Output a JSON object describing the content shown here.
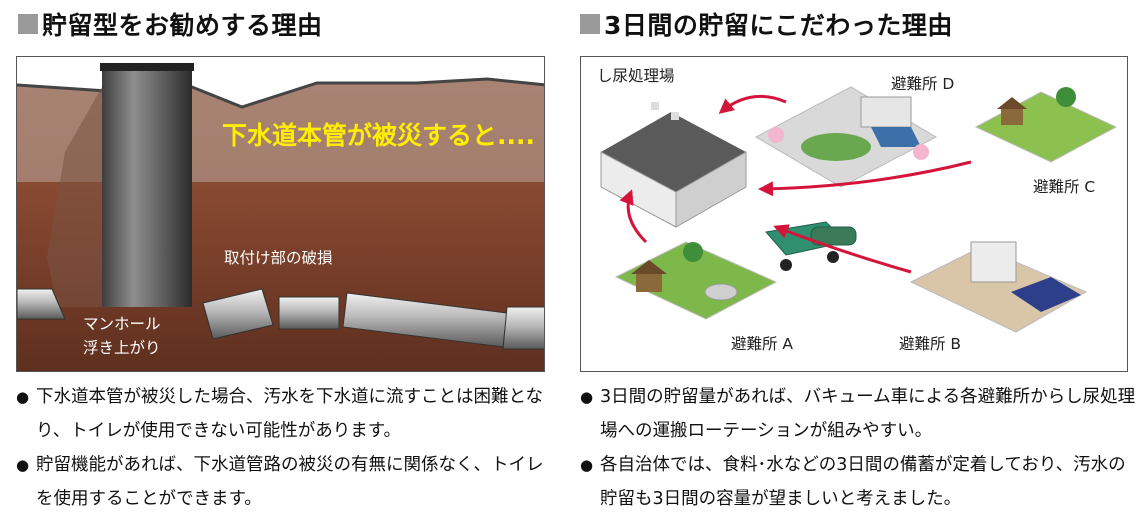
{
  "left": {
    "heading": "貯留型をお勧めする理由",
    "callout": "下水道本管が被災すると....",
    "label_joint_damage": "取付け部の破損",
    "label_manhole_1": "マンホール",
    "label_manhole_2": "浮き上がり",
    "bullets": [
      "下水道本管が被災した場合、汚水を下水道に流すことは困難となり、トイレが使用できない可能性があります。",
      "貯留機能があれば、下水道管路の被災の有無に関係なく、トイレを使用することができます。"
    ]
  },
  "right": {
    "heading": "3日間の貯留にこだわった理由",
    "label_plant": "し尿処理場",
    "label_shelter_a": "避難所 A",
    "label_shelter_b": "避難所 B",
    "label_shelter_c": "避難所 C",
    "label_shelter_d": "避難所 D",
    "bullets": [
      "3日間の貯留量があれば、バキューム車による各避難所からし尿処理場への運搬ローテーションが組みやすい。",
      "各自治体では、食料･水などの3日間の備蓄が定着しており、汚水の貯留も3日間の容量が望ましいと考えました。"
    ]
  },
  "colors": {
    "callout": "#ffee00",
    "arrow": "#d4143a",
    "heading_square": "#9a9a9a"
  },
  "bullet_symbol": "●"
}
